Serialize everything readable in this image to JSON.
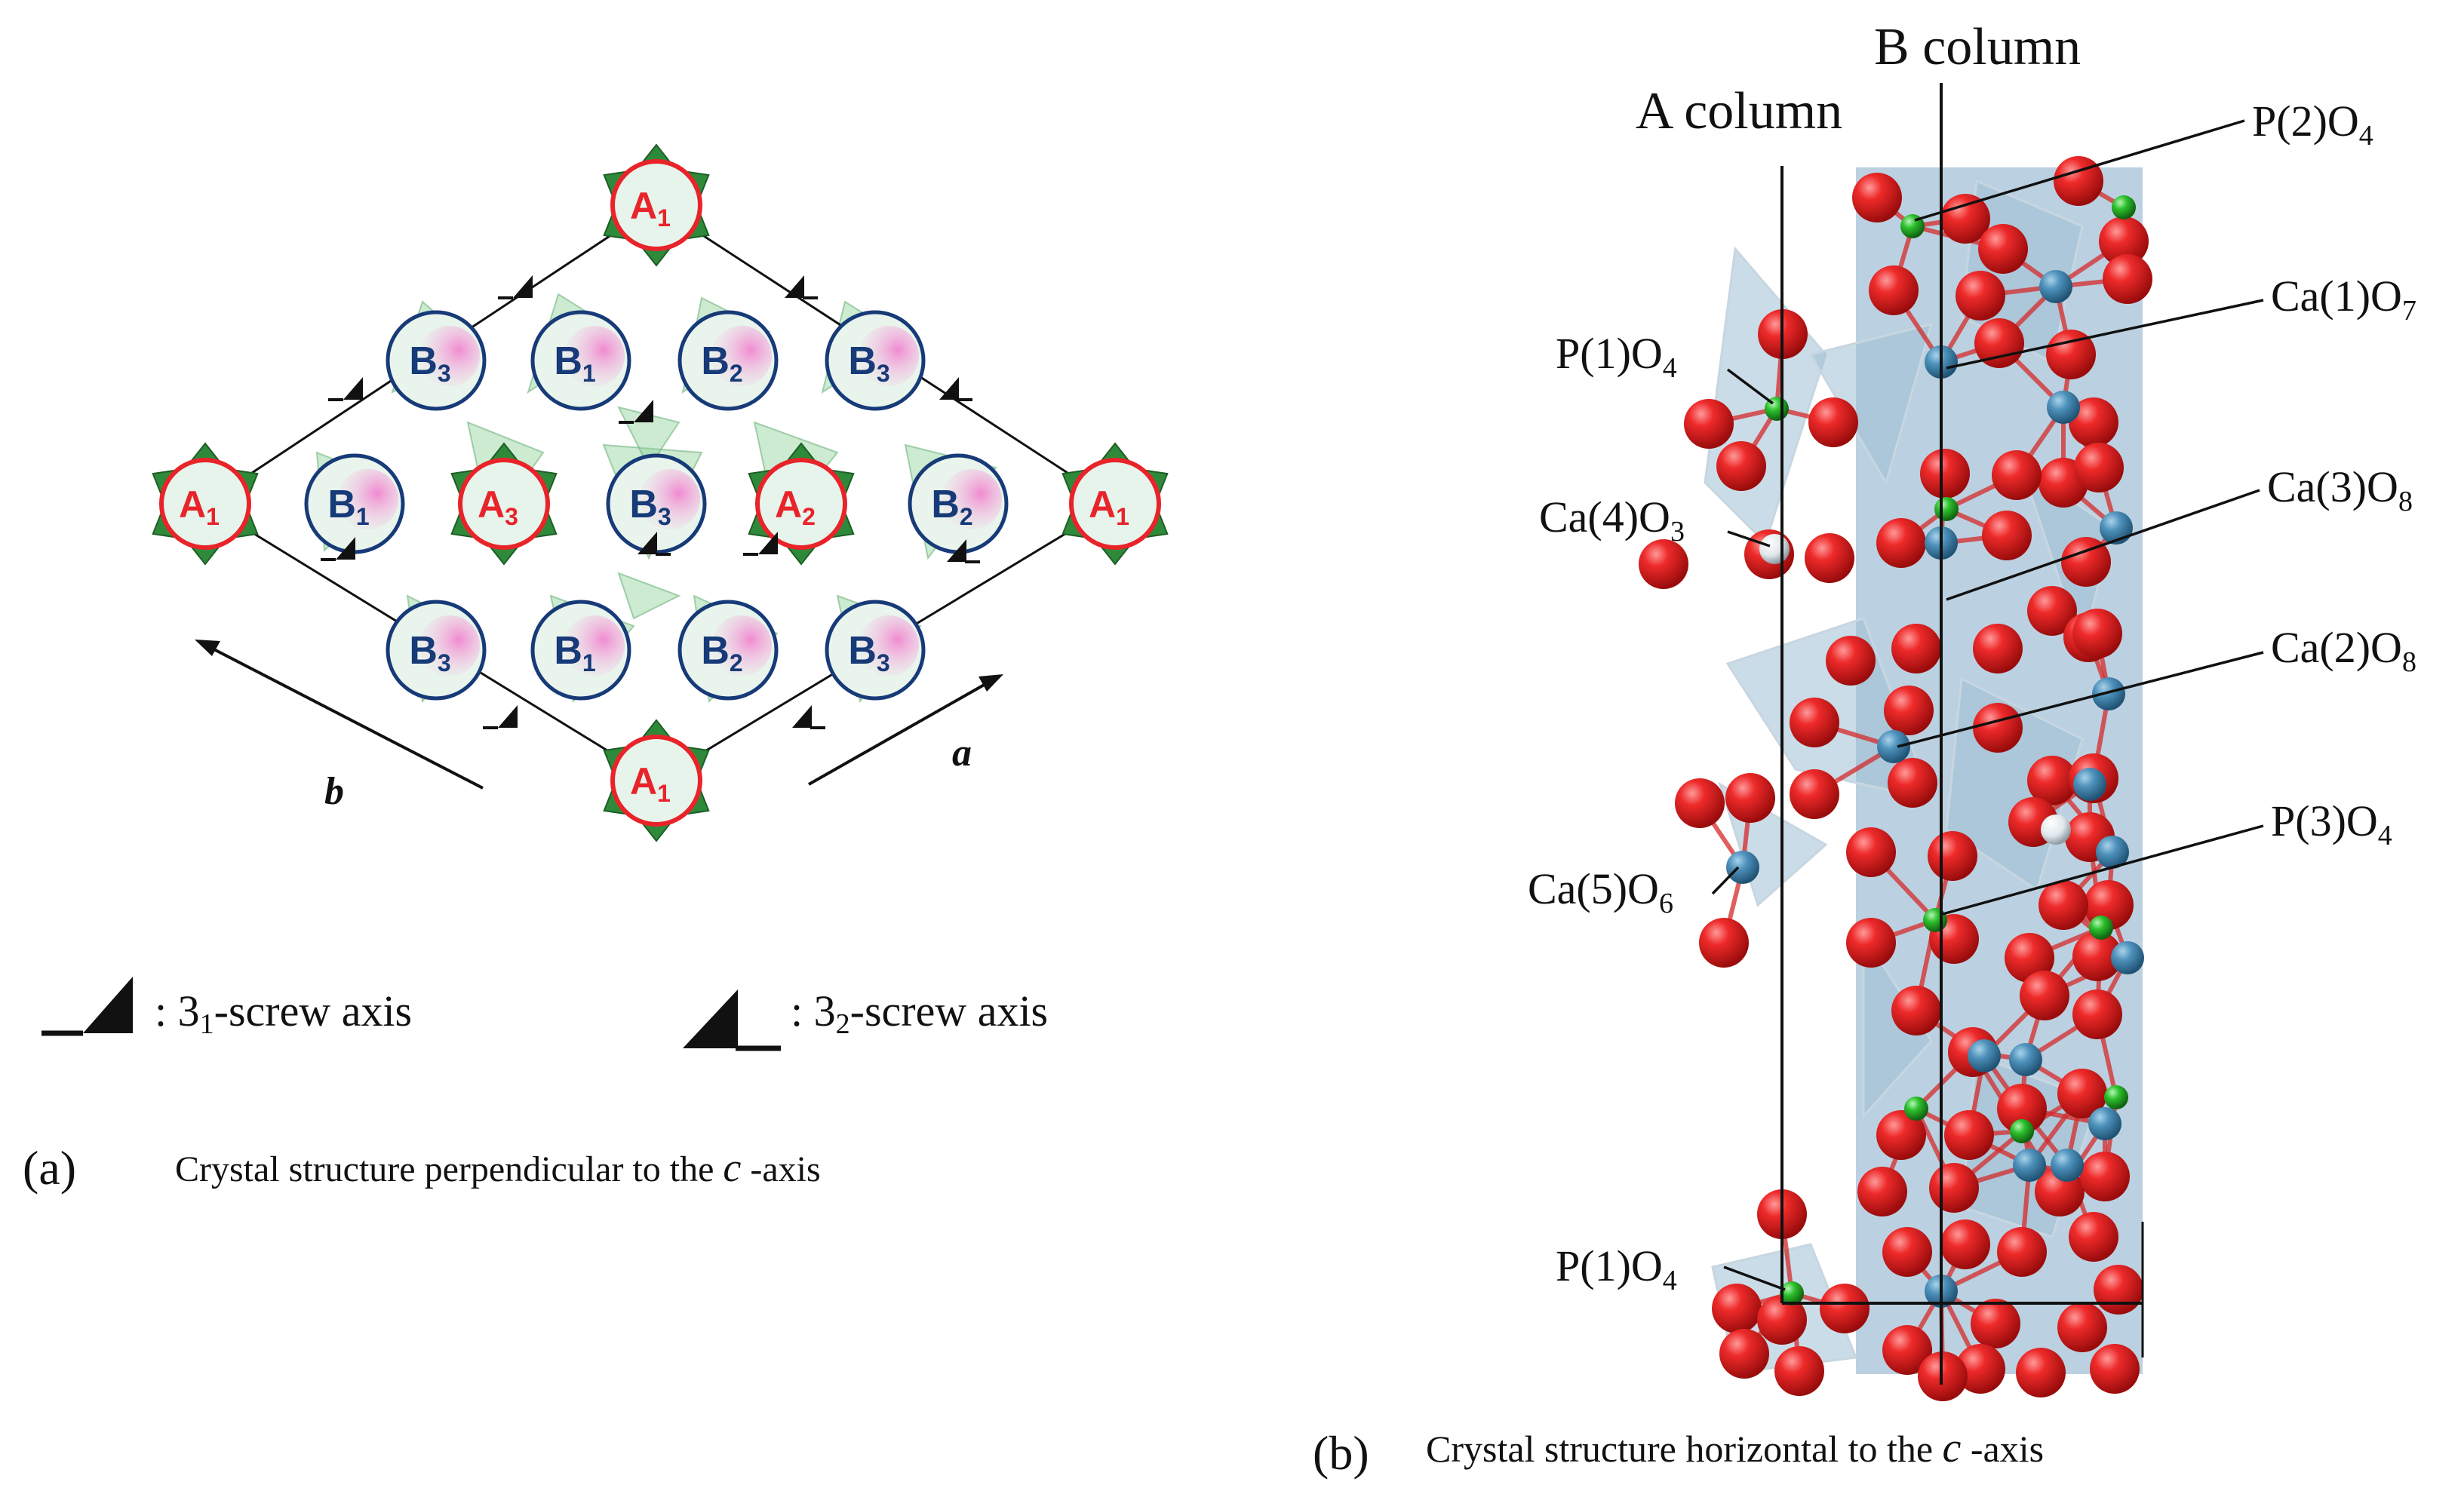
{
  "panel_a": {
    "sites": [
      {
        "id": "a1-top",
        "kind": "A",
        "base": "A",
        "sub": "1"
      },
      {
        "id": "a1-left",
        "kind": "A",
        "base": "A",
        "sub": "1"
      },
      {
        "id": "a3",
        "kind": "A",
        "base": "A",
        "sub": "3"
      },
      {
        "id": "a2",
        "kind": "A",
        "base": "A",
        "sub": "2"
      },
      {
        "id": "a1-right",
        "kind": "A",
        "base": "A",
        "sub": "1"
      },
      {
        "id": "a1-bottom",
        "kind": "A",
        "base": "A",
        "sub": "1"
      },
      {
        "id": "b3-r1a",
        "kind": "B",
        "base": "B",
        "sub": "3"
      },
      {
        "id": "b1-r1",
        "kind": "B",
        "base": "B",
        "sub": "1"
      },
      {
        "id": "b2-r1",
        "kind": "B",
        "base": "B",
        "sub": "2"
      },
      {
        "id": "b3-r1b",
        "kind": "B",
        "base": "B",
        "sub": "3"
      },
      {
        "id": "b1-r2",
        "kind": "B",
        "base": "B",
        "sub": "1"
      },
      {
        "id": "b3-r2",
        "kind": "B",
        "base": "B",
        "sub": "3"
      },
      {
        "id": "b2-r2",
        "kind": "B",
        "base": "B",
        "sub": "2"
      },
      {
        "id": "b3-r3a",
        "kind": "B",
        "base": "B",
        "sub": "3"
      },
      {
        "id": "b1-r3",
        "kind": "B",
        "base": "B",
        "sub": "1"
      },
      {
        "id": "b2-r3",
        "kind": "B",
        "base": "B",
        "sub": "2"
      },
      {
        "id": "b3-r3b",
        "kind": "B",
        "base": "B",
        "sub": "3"
      }
    ],
    "axis_b": "b",
    "axis_a": "a",
    "legend_31": {
      "pre": ": 3",
      "sub": "1",
      "post": "-screw axis"
    },
    "legend_32": {
      "pre": ": 3",
      "sub": "2",
      "post": "-screw axis"
    },
    "caption": {
      "label": "(a)",
      "text": "Crystal structure perpendicular to the ",
      "ital": "c",
      "tail": " -axis"
    }
  },
  "panel_b": {
    "col_a": "A column",
    "col_b": "B column",
    "labels": [
      {
        "id": "p2o4",
        "base": "P(2)O",
        "sub": "4"
      },
      {
        "id": "ca1o7",
        "base": "Ca(1)O",
        "sub": "7"
      },
      {
        "id": "p1o4-top",
        "base": "P(1)O",
        "sub": "4"
      },
      {
        "id": "ca3o8",
        "base": "Ca(3)O",
        "sub": "8"
      },
      {
        "id": "ca4o3",
        "base": "Ca(4)O",
        "sub": "3"
      },
      {
        "id": "ca2o8",
        "base": "Ca(2)O",
        "sub": "8"
      },
      {
        "id": "p3o4",
        "base": "P(3)O",
        "sub": "4"
      },
      {
        "id": "ca5o6",
        "base": "Ca(5)O",
        "sub": "6"
      },
      {
        "id": "p1o4-bottom",
        "base": "P(1)O",
        "sub": "4"
      }
    ],
    "caption": {
      "label": "(b)",
      "text": "Crystal structure horizontal to the ",
      "ital": "c",
      "tail": " -axis"
    }
  },
  "colors": {
    "a_site": "#e8242a",
    "b_site": "#173a78",
    "oxygen": "#e01a1a",
    "calcium": "#3f86b2",
    "phosphorus": "#22b022",
    "polyhedra": "#a9c7d9",
    "tetra": "#3a9a4a"
  }
}
